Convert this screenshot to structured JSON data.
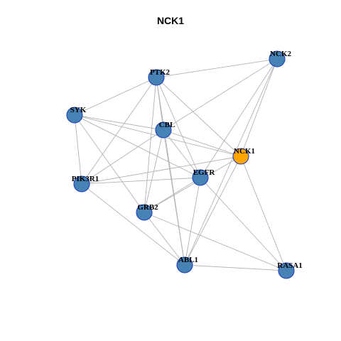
{
  "title": "NCK1",
  "colors": {
    "default_node": "#4682B4",
    "highlight_node": "#FFA500",
    "node_border": "#1F3FBF",
    "edge": "#B3B3B3"
  },
  "nodes": [
    {
      "id": "NCK1",
      "label": "NCK1",
      "highlight": true
    },
    {
      "id": "NCK2",
      "label": "NCK2",
      "highlight": false
    },
    {
      "id": "PTK2",
      "label": "PTK2",
      "highlight": false
    },
    {
      "id": "SYK",
      "label": "SYK",
      "highlight": false
    },
    {
      "id": "CBL",
      "label": "CBL",
      "highlight": false
    },
    {
      "id": "EGFR",
      "label": "EGFR",
      "highlight": false
    },
    {
      "id": "PIK3R1",
      "label": "PIK3R1",
      "highlight": false
    },
    {
      "id": "GRB2",
      "label": "GRB2",
      "highlight": false
    },
    {
      "id": "ABL1",
      "label": "ABL1",
      "highlight": false
    },
    {
      "id": "RASA1",
      "label": "RASA1",
      "highlight": false
    }
  ],
  "edges": [
    [
      "PTK2",
      "NCK2"
    ],
    [
      "PTK2",
      "SYK"
    ],
    [
      "PTK2",
      "CBL"
    ],
    [
      "PTK2",
      "NCK1"
    ],
    [
      "PTK2",
      "EGFR"
    ],
    [
      "PTK2",
      "PIK3R1"
    ],
    [
      "PTK2",
      "GRB2"
    ],
    [
      "PTK2",
      "ABL1"
    ],
    [
      "NCK2",
      "CBL"
    ],
    [
      "NCK2",
      "NCK1"
    ],
    [
      "NCK2",
      "EGFR"
    ],
    [
      "NCK2",
      "ABL1"
    ],
    [
      "SYK",
      "CBL"
    ],
    [
      "SYK",
      "NCK1"
    ],
    [
      "SYK",
      "EGFR"
    ],
    [
      "SYK",
      "PIK3R1"
    ],
    [
      "SYK",
      "GRB2"
    ],
    [
      "CBL",
      "NCK1"
    ],
    [
      "CBL",
      "EGFR"
    ],
    [
      "CBL",
      "PIK3R1"
    ],
    [
      "CBL",
      "GRB2"
    ],
    [
      "CBL",
      "ABL1"
    ],
    [
      "NCK1",
      "PIK3R1"
    ],
    [
      "NCK1",
      "GRB2"
    ],
    [
      "NCK1",
      "ABL1"
    ],
    [
      "NCK1",
      "RASA1"
    ],
    [
      "EGFR",
      "PIK3R1"
    ],
    [
      "EGFR",
      "GRB2"
    ],
    [
      "EGFR",
      "ABL1"
    ],
    [
      "EGFR",
      "RASA1"
    ],
    [
      "PIK3R1",
      "ABL1"
    ],
    [
      "GRB2",
      "ABL1"
    ],
    [
      "GRB2",
      "RASA1"
    ],
    [
      "ABL1",
      "RASA1"
    ]
  ]
}
